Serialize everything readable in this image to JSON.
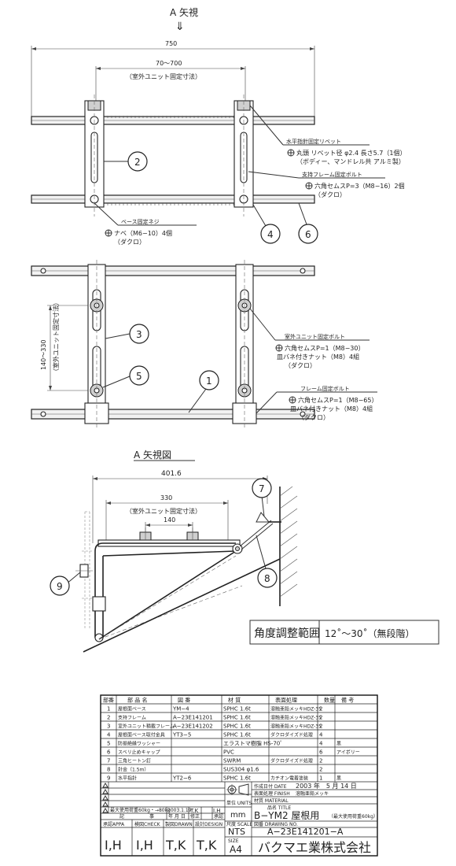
{
  "top_view": {
    "title": "A 矢視",
    "arrow": "⇓",
    "dim_overall": "750",
    "dim_mount_range": "70〜700",
    "dim_mount_note": "（室外ユニット固定寸法）",
    "note_rivet_title": "水平指針固定リベット",
    "note_rivet_line1": "丸頭 リベット径 φ2.4 長さ5.7（1個）",
    "note_rivet_line2": "（ボディー、マンドレル共 アルミ製）",
    "note_frame_bolt_title": "支持フレーム固定ボルト",
    "note_frame_bolt_line1": "六角セムスP=3（M8−16）2個",
    "note_frame_bolt_line2": "（ダクロ）",
    "note_base_screw_title": "ベース固定ネジ",
    "note_base_screw_line1": "ナベ（M6−10）4個",
    "note_base_screw_line2": "（ダクロ）",
    "callouts": [
      "2",
      "4",
      "6"
    ]
  },
  "mid_view": {
    "dim_side_range": "140〜330",
    "dim_side_note": "（室外ユニット固定寸法）",
    "note_unit_bolt_title": "室外ユニット固定ボルト",
    "note_unit_bolt_line1": "六角セムスP=1（M8−30）",
    "note_unit_bolt_line2": "皿バネ付きナット（M8）4組",
    "note_unit_bolt_line3": "（ダクロ）",
    "note_fr_bolt_title": "フレーム固定ボルト",
    "note_fr_bolt_line1": "六角セムスP=1（M8−65）",
    "note_fr_bolt_line2": "皿バネ付きナット（M8）4組",
    "note_fr_bolt_line3": "（ダクロ）",
    "callouts": [
      "3",
      "5",
      "1"
    ]
  },
  "side_view": {
    "title": "A 矢視図",
    "dim_total": "401.6",
    "dim_330": "330",
    "dim_note": "（室外ユニット固定寸法）",
    "dim_140": "140",
    "callouts": [
      "7",
      "8",
      "9"
    ],
    "angle_label": "角度調整範囲",
    "angle_value": "12˚〜30˚（無段階）"
  },
  "parts_table": {
    "headers": [
      "部番",
      "部 品 名",
      "図 番",
      "材 質",
      "表面処理",
      "数量",
      "備 考"
    ],
    "rows": [
      [
        "1",
        "屋根面ベース",
        "YM−4",
        "SPHC 1.6t",
        "溶融亜鉛メッキHDZ-35",
        "2",
        ""
      ],
      [
        "2",
        "支持フレーム",
        "A−23E141201",
        "SPHC 1.6t",
        "溶融亜鉛メッキHDZ-35",
        "2",
        ""
      ],
      [
        "3",
        "室外ユニット積載フレーム",
        "A−23E141202",
        "SPHC 1.6t",
        "溶融亜鉛メッキHDZ-35",
        "2",
        ""
      ],
      [
        "4",
        "屋根面ベース取付金具",
        "YT3−5",
        "SPHC 1.6t",
        "ダクロダイズド処理",
        "4",
        ""
      ],
      [
        "5",
        "防振絶縁ワッシャー",
        "",
        "エラストマ樹脂 HS-70ﾟ",
        "",
        "4",
        "黒"
      ],
      [
        "6",
        "スベリ止めキャップ",
        "",
        "PVC",
        "",
        "6",
        "アイボリー"
      ],
      [
        "7",
        "三角ヒートン釘",
        "",
        "SWRM",
        "ダクロダイズド処理",
        "2",
        ""
      ],
      [
        "8",
        "針金（1.5m）",
        "",
        "SUS304 φ1.6",
        "",
        "2",
        ""
      ],
      [
        "9",
        "水平指針",
        "YT2−6",
        "SPHC 1.6t",
        "カチオン電着塗装",
        "1",
        "黒"
      ]
    ]
  },
  "title_block": {
    "load_note": "最大使用荷重60kg・→80kg",
    "rev_date": "2003.1.19",
    "rev_by1": "T.K",
    "rev_by2": "I.H",
    "rev_labels": [
      "記",
      "事",
      "年 月 日",
      "修正",
      "承認"
    ],
    "date_label": "作成日付 DATE",
    "date_value": "2003 年　5 月 14 日",
    "finish_label": "表面処理 FINISH",
    "finish_value": "溶融亜鉛メッキ",
    "material_label": "材質 MATERIAL",
    "title_label": "品名 TITLE",
    "title_value": "B−YM2 屋根用",
    "title_suffix": "（最大使用荷重60kg）",
    "unit_label": "単位 UNITS",
    "unit_value": "mm",
    "scale_label": "尺度 SCALE",
    "scale_value": "NTS",
    "drawing_no_label": "図番 DRAWING NO.",
    "drawing_no": "A−23E141201−A",
    "size_label": "SIZE",
    "size_value": "A4",
    "approval_labels": [
      "承認APPA",
      "検図CHECK",
      "製図DRAWN",
      "設計DESIGN"
    ],
    "approval_values": [
      "I,H",
      "I,H",
      "T,K",
      "T,K"
    ],
    "company": "バクマエ業株式会社"
  }
}
